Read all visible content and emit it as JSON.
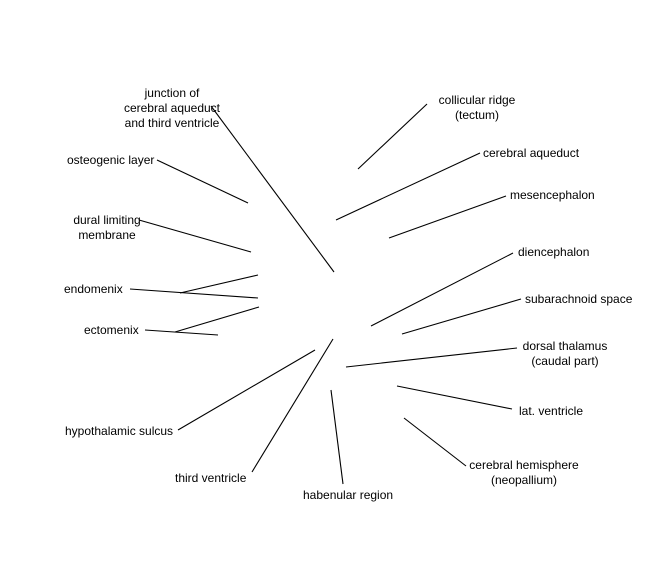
{
  "diagram": {
    "labels": {
      "junction": [
        "junction of",
        "cerebral aqueduct",
        "and third ventricle"
      ],
      "osteogenic_layer": "osteogenic layer",
      "dural_limiting": [
        "dural limiting",
        "membrane"
      ],
      "endomenix": "endomenix",
      "ectomenix": "ectomenix",
      "hypothalamic_sulcus": "hypothalamic sulcus",
      "third_ventricle": "third ventricle",
      "habenular_region": "habenular region",
      "collicular_ridge": [
        "collicular ridge",
        "(tectum)"
      ],
      "cerebral_aqueduct": "cerebral aqueduct",
      "mesencephalon": "mesencephalon",
      "diencephalon": "diencephalon",
      "subarachnoid_space": "subarachnoid space",
      "dorsal_thalamus": [
        "dorsal thalamus",
        "(caudal part)"
      ],
      "lat_ventricle": "lat. ventricle",
      "cerebral_hemisphere": [
        "cerebral hemisphere",
        "(neopallium)"
      ]
    },
    "line_color": "#000000"
  }
}
